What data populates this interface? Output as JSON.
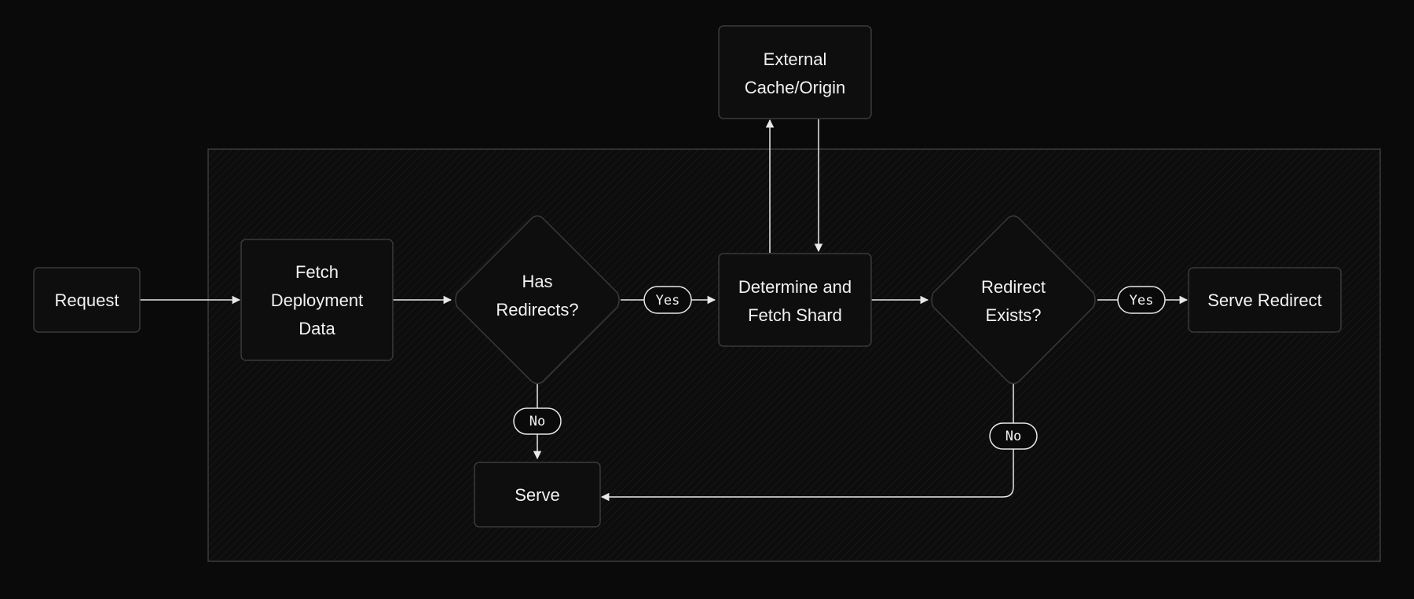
{
  "nodes": {
    "request": "Request",
    "fetch_deployment": [
      "Fetch",
      "Deployment",
      "Data"
    ],
    "has_redirects": [
      "Has",
      "Redirects?"
    ],
    "external_cache": [
      "External",
      "Cache/Origin"
    ],
    "determine_fetch": [
      "Determine and",
      "Fetch Shard"
    ],
    "redirect_exists": [
      "Redirect",
      "Exists?"
    ],
    "serve_redirect": "Serve Redirect",
    "serve": "Serve"
  },
  "edge_labels": {
    "has_redirects_yes": "Yes",
    "has_redirects_no": "No",
    "redirect_exists_yes": "Yes",
    "redirect_exists_no": "No"
  },
  "colors": {
    "background": "#0a0a0a",
    "node_fill": "#0e0e0e",
    "node_stroke": "#3a3a3a",
    "region_stroke": "#3c3c3c",
    "edge": "#e8e8e8",
    "text": "#f2f2f2"
  }
}
